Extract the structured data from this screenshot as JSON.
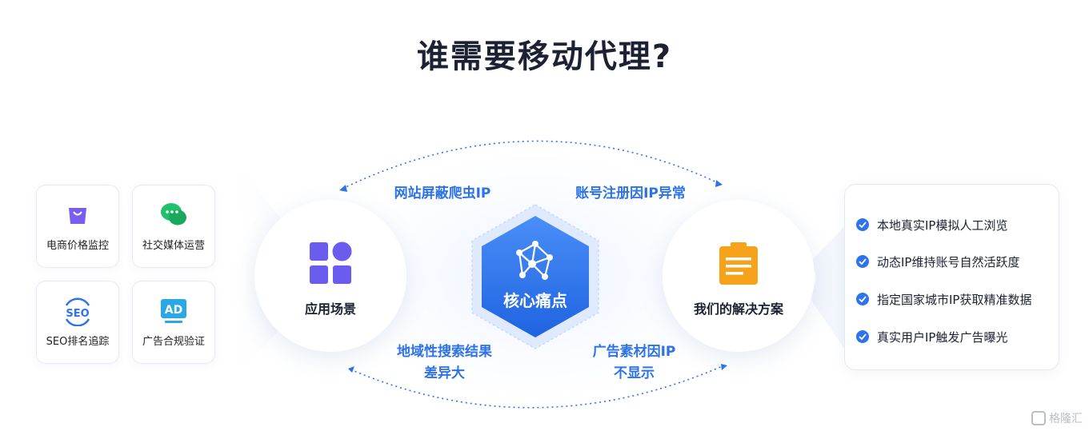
{
  "title": "谁需要移动代理?",
  "scenarios": [
    {
      "label": "电商价格监控",
      "icon": "shopping-bag-icon"
    },
    {
      "label": "社交媒体运营",
      "icon": "wechat-chat-icon"
    },
    {
      "label": "SEO排名追踪",
      "icon": "seo-icon",
      "icon_text": "SEO"
    },
    {
      "label": "广告合规验证",
      "icon": "ad-icon",
      "icon_text": "AD"
    }
  ],
  "left_hub": {
    "label": "应用场景",
    "icon": "app-grid-icon"
  },
  "core": {
    "label": "核心痛点",
    "icon": "network-nodes-icon"
  },
  "right_hub": {
    "label": "我们的解决方案",
    "icon": "clipboard-list-icon"
  },
  "pain_points": {
    "top_left": "网站屏蔽爬虫IP",
    "top_right": "账号注册因IP异常",
    "bottom_left_1": "地域性搜索结果",
    "bottom_left_2": "差异大",
    "bottom_right_1": "广告素材因IP",
    "bottom_right_2": "不显示"
  },
  "solutions": [
    "本地真实IP模拟人工浏览",
    "动态IP维持账号自然活跃度",
    "指定国家城市IP获取精准数据",
    "真实用户IP触发广告曝光"
  ],
  "watermark": "格隆汇",
  "colors": {
    "accent_blue": "#2d74ea",
    "purple": "#6b5cf0",
    "green": "#1fc06a",
    "orange": "#f6a21a",
    "ad_blue": "#2aa7e6"
  }
}
